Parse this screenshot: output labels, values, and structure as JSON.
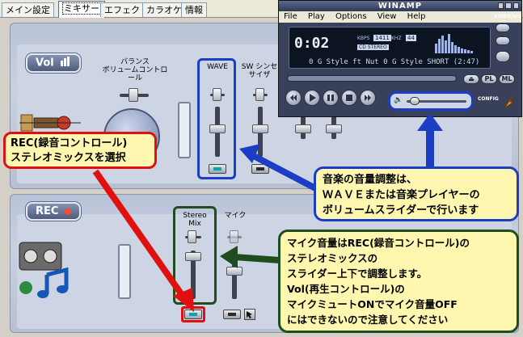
{
  "tabs": [
    {
      "label": "メイン設定",
      "active": false
    },
    {
      "label": "ミキサー",
      "active": true
    },
    {
      "label": "エフェクト",
      "active": false
    },
    {
      "label": "カラオケ",
      "active": false
    },
    {
      "label": "情報",
      "active": false
    }
  ],
  "vol_section": {
    "badge": "Vol",
    "balance_label": "バランス\nボリュームコントロール",
    "channels": [
      "WAVE",
      "SW シンセサイザ"
    ]
  },
  "rec_section": {
    "badge": "REC",
    "channels": [
      "Stereo Mix",
      "マイク"
    ]
  },
  "winamp": {
    "title": "WINAMP",
    "menu": [
      "File",
      "Play",
      "Options",
      "View",
      "Help"
    ],
    "time": "0:02",
    "kbps": "1411",
    "khz": "44",
    "kbps_label": "KBPS",
    "khz_label": "KHZ",
    "cd_label": "CD STEREO",
    "track": "0 G Style ft Nut  0 G Style SHORT (2:47)",
    "video_vis": "VIDEO/VIS",
    "config": "CONFIG",
    "pl": "PL",
    "ml": "ML"
  },
  "callouts": {
    "rec_select": "REC(録音コントロール)\nステレオミックスを選択",
    "music_volume": "音楽の音量調整は、\nＷＡＶＥまたは音楽プレイヤーの\nボリュームスライダーで行います",
    "mic_volume": "マイク音量はREC(録音コントロール)の\nステレオミックスの\nスライダー上下で調整します。\nVol(再生コントロール)の\nマイクミュートONでマイク音量OFF\nにはできないので注意してください"
  },
  "colors": {
    "callout_blue": "#1c3ec4",
    "callout_red": "#e01010",
    "callout_green": "#1f4d1f",
    "callout_fill": "#fff7b0"
  }
}
